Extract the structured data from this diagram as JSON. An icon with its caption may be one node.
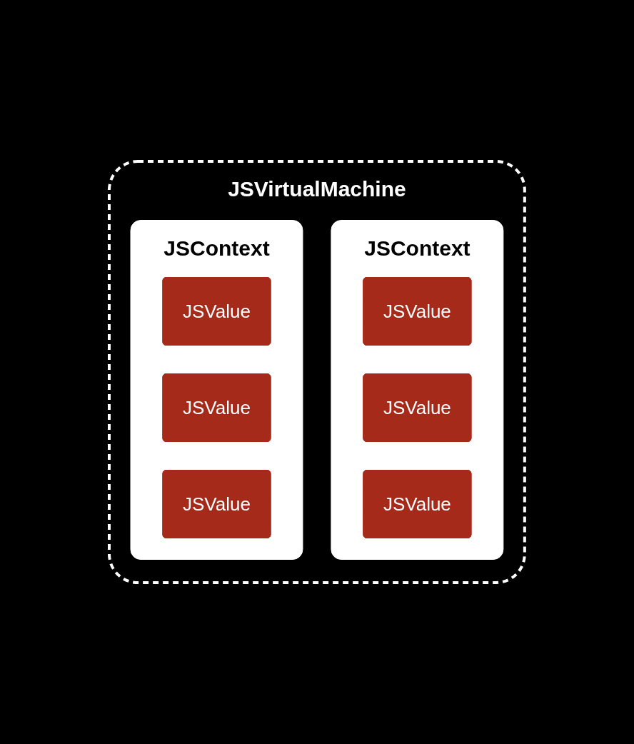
{
  "diagram": {
    "nodes": [
      {
        "text": [
          "JSVirtualMachine"
        ]
      },
      {
        "text": [
          "JSContext"
        ],
        "in": 0
      },
      {
        "text": [
          "JSValue"
        ],
        "in": 1
      },
      {
        "text": [
          "JSValue"
        ],
        "in": 1
      },
      {
        "text": [
          "JSValue"
        ],
        "in": 1
      },
      {
        "text": [
          "JSContext"
        ],
        "in": 0
      },
      {
        "text": [
          "JSValue"
        ],
        "in": 5
      },
      {
        "text": [
          "JSValue"
        ],
        "in": 5
      },
      {
        "text": [
          "JSValue"
        ],
        "in": 5
      }
    ],
    "edges": []
  }
}
